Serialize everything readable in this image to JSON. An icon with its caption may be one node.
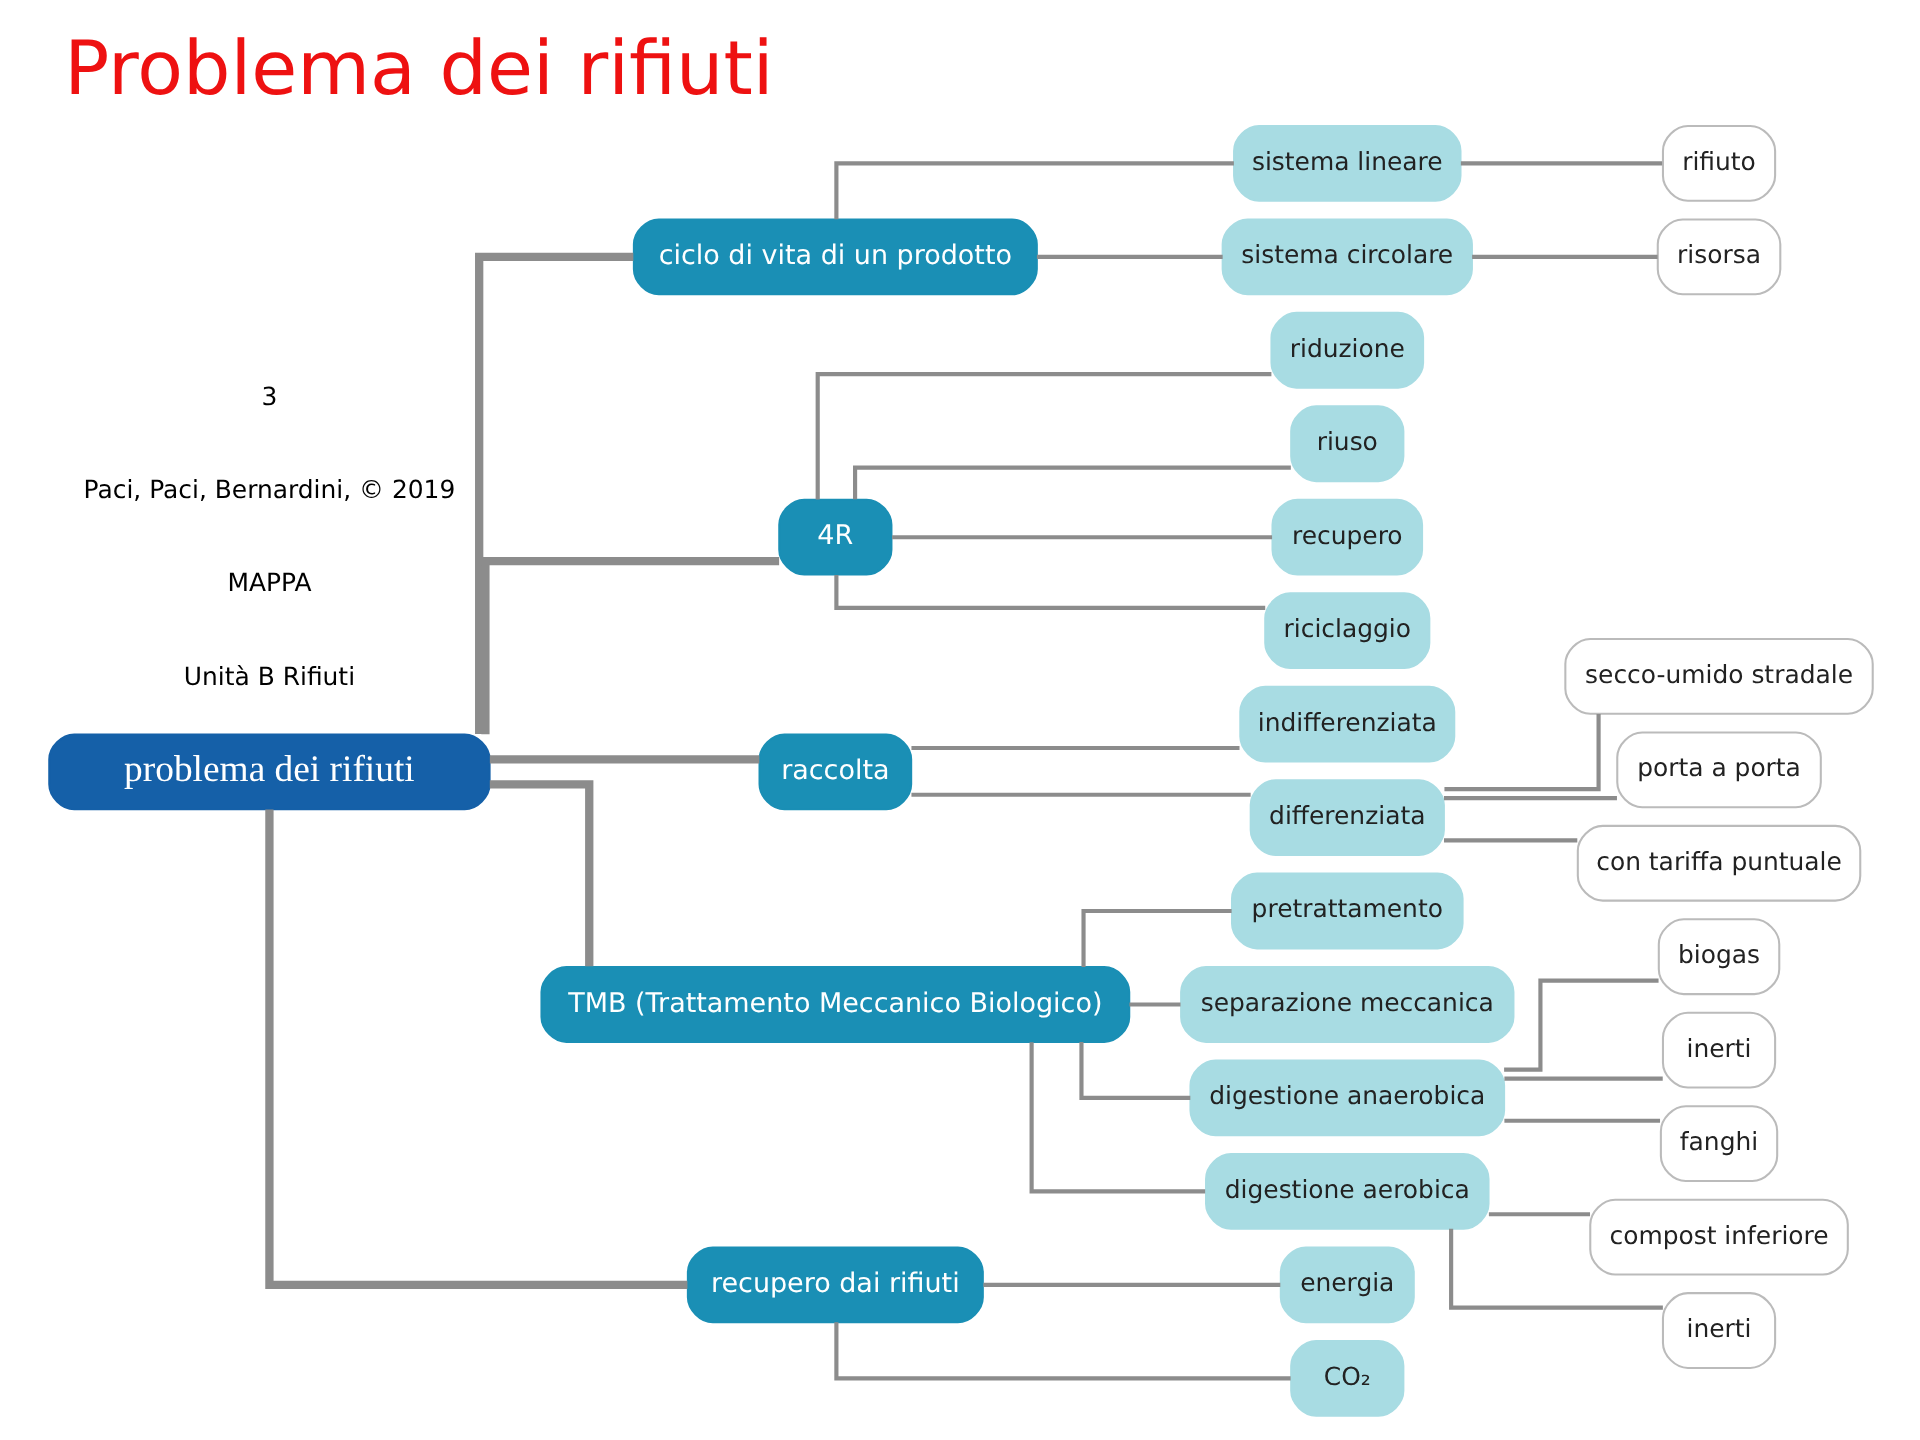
{
  "diagram": {
    "title": "Problema dei rifiuti",
    "nodes": [
      {
        "text": [
          "problema dei rifiuti"
        ]
      },
      {
        "text": [
          "ciclo di vita di un prodotto"
        ]
      },
      {
        "text": [
          "sistema lineare"
        ]
      },
      {
        "text": [
          "rifiuto"
        ]
      },
      {
        "text": [
          "sistema circolare"
        ]
      },
      {
        "text": [
          "risorsa"
        ]
      },
      {
        "text": [
          "4R"
        ]
      },
      {
        "text": [
          "riduzione"
        ]
      },
      {
        "text": [
          "riuso"
        ]
      },
      {
        "text": [
          "recupero"
        ]
      },
      {
        "text": [
          "riciclaggio"
        ]
      },
      {
        "text": [
          "raccolta"
        ]
      },
      {
        "text": [
          "indifferenziata"
        ]
      },
      {
        "text": [
          "differenziata"
        ]
      },
      {
        "text": [
          "secco-umido stradale"
        ]
      },
      {
        "text": [
          "porta a porta"
        ]
      },
      {
        "text": [
          "con tariffa puntuale"
        ]
      },
      {
        "text": [
          "TMB (Trattamento Meccanico Biologico)"
        ]
      },
      {
        "text": [
          "pretrattamento"
        ]
      },
      {
        "text": [
          "separazione meccanica"
        ]
      },
      {
        "text": [
          "digestione anaerobica"
        ]
      },
      {
        "text": [
          "biogas"
        ]
      },
      {
        "text": [
          "inerti"
        ]
      },
      {
        "text": [
          "fanghi"
        ]
      },
      {
        "text": [
          "digestione aerobica"
        ]
      },
      {
        "text": [
          "compost inferiore"
        ]
      },
      {
        "text": [
          "inerti"
        ]
      },
      {
        "text": [
          "recupero dai rifiuti"
        ]
      },
      {
        "text": [
          "energia"
        ]
      },
      {
        "text": [
          "CO₂"
        ]
      }
    ],
    "edges": [
      {
        "from": 0,
        "to": 1,
        "arrow": "none",
        "style": "thick"
      },
      {
        "from": 1,
        "to": 2,
        "arrow": "none"
      },
      {
        "from": 2,
        "to": 3,
        "arrow": "none"
      },
      {
        "from": 1,
        "to": 4,
        "arrow": "none"
      },
      {
        "from": 4,
        "to": 5,
        "arrow": "none"
      },
      {
        "from": 0,
        "to": 6,
        "arrow": "none",
        "style": "thick"
      },
      {
        "from": 6,
        "to": 7,
        "arrow": "none"
      },
      {
        "from": 6,
        "to": 8,
        "arrow": "none"
      },
      {
        "from": 6,
        "to": 9,
        "arrow": "none"
      },
      {
        "from": 6,
        "to": 10,
        "arrow": "none"
      },
      {
        "from": 0,
        "to": 11,
        "arrow": "none",
        "style": "thick"
      },
      {
        "from": 11,
        "to": 12,
        "arrow": "none"
      },
      {
        "from": 11,
        "to": 13,
        "arrow": "none"
      },
      {
        "from": 13,
        "to": 14,
        "arrow": "none"
      },
      {
        "from": 13,
        "to": 15,
        "arrow": "none"
      },
      {
        "from": 13,
        "to": 16,
        "arrow": "none"
      },
      {
        "from": 0,
        "to": 17,
        "arrow": "none",
        "style": "thick"
      },
      {
        "from": 17,
        "to": 18,
        "arrow": "none"
      },
      {
        "from": 17,
        "to": 19,
        "arrow": "none"
      },
      {
        "from": 17,
        "to": 20,
        "arrow": "none"
      },
      {
        "from": 20,
        "to": 21,
        "arrow": "none"
      },
      {
        "from": 20,
        "to": 22,
        "arrow": "none"
      },
      {
        "from": 20,
        "to": 23,
        "arrow": "none"
      },
      {
        "from": 17,
        "to": 24,
        "arrow": "none"
      },
      {
        "from": 24,
        "to": 25,
        "arrow": "none"
      },
      {
        "from": 24,
        "to": 26,
        "arrow": "none"
      },
      {
        "from": 0,
        "to": 27,
        "arrow": "none",
        "style": "thick"
      },
      {
        "from": 27,
        "to": 28,
        "arrow": "none"
      },
      {
        "from": 27,
        "to": 29,
        "arrow": "none"
      }
    ],
    "labels": [
      "Unità B Rifiuti",
      "MAPPA",
      "Paci, Paci, Bernardini, © 2019",
      "3"
    ]
  }
}
